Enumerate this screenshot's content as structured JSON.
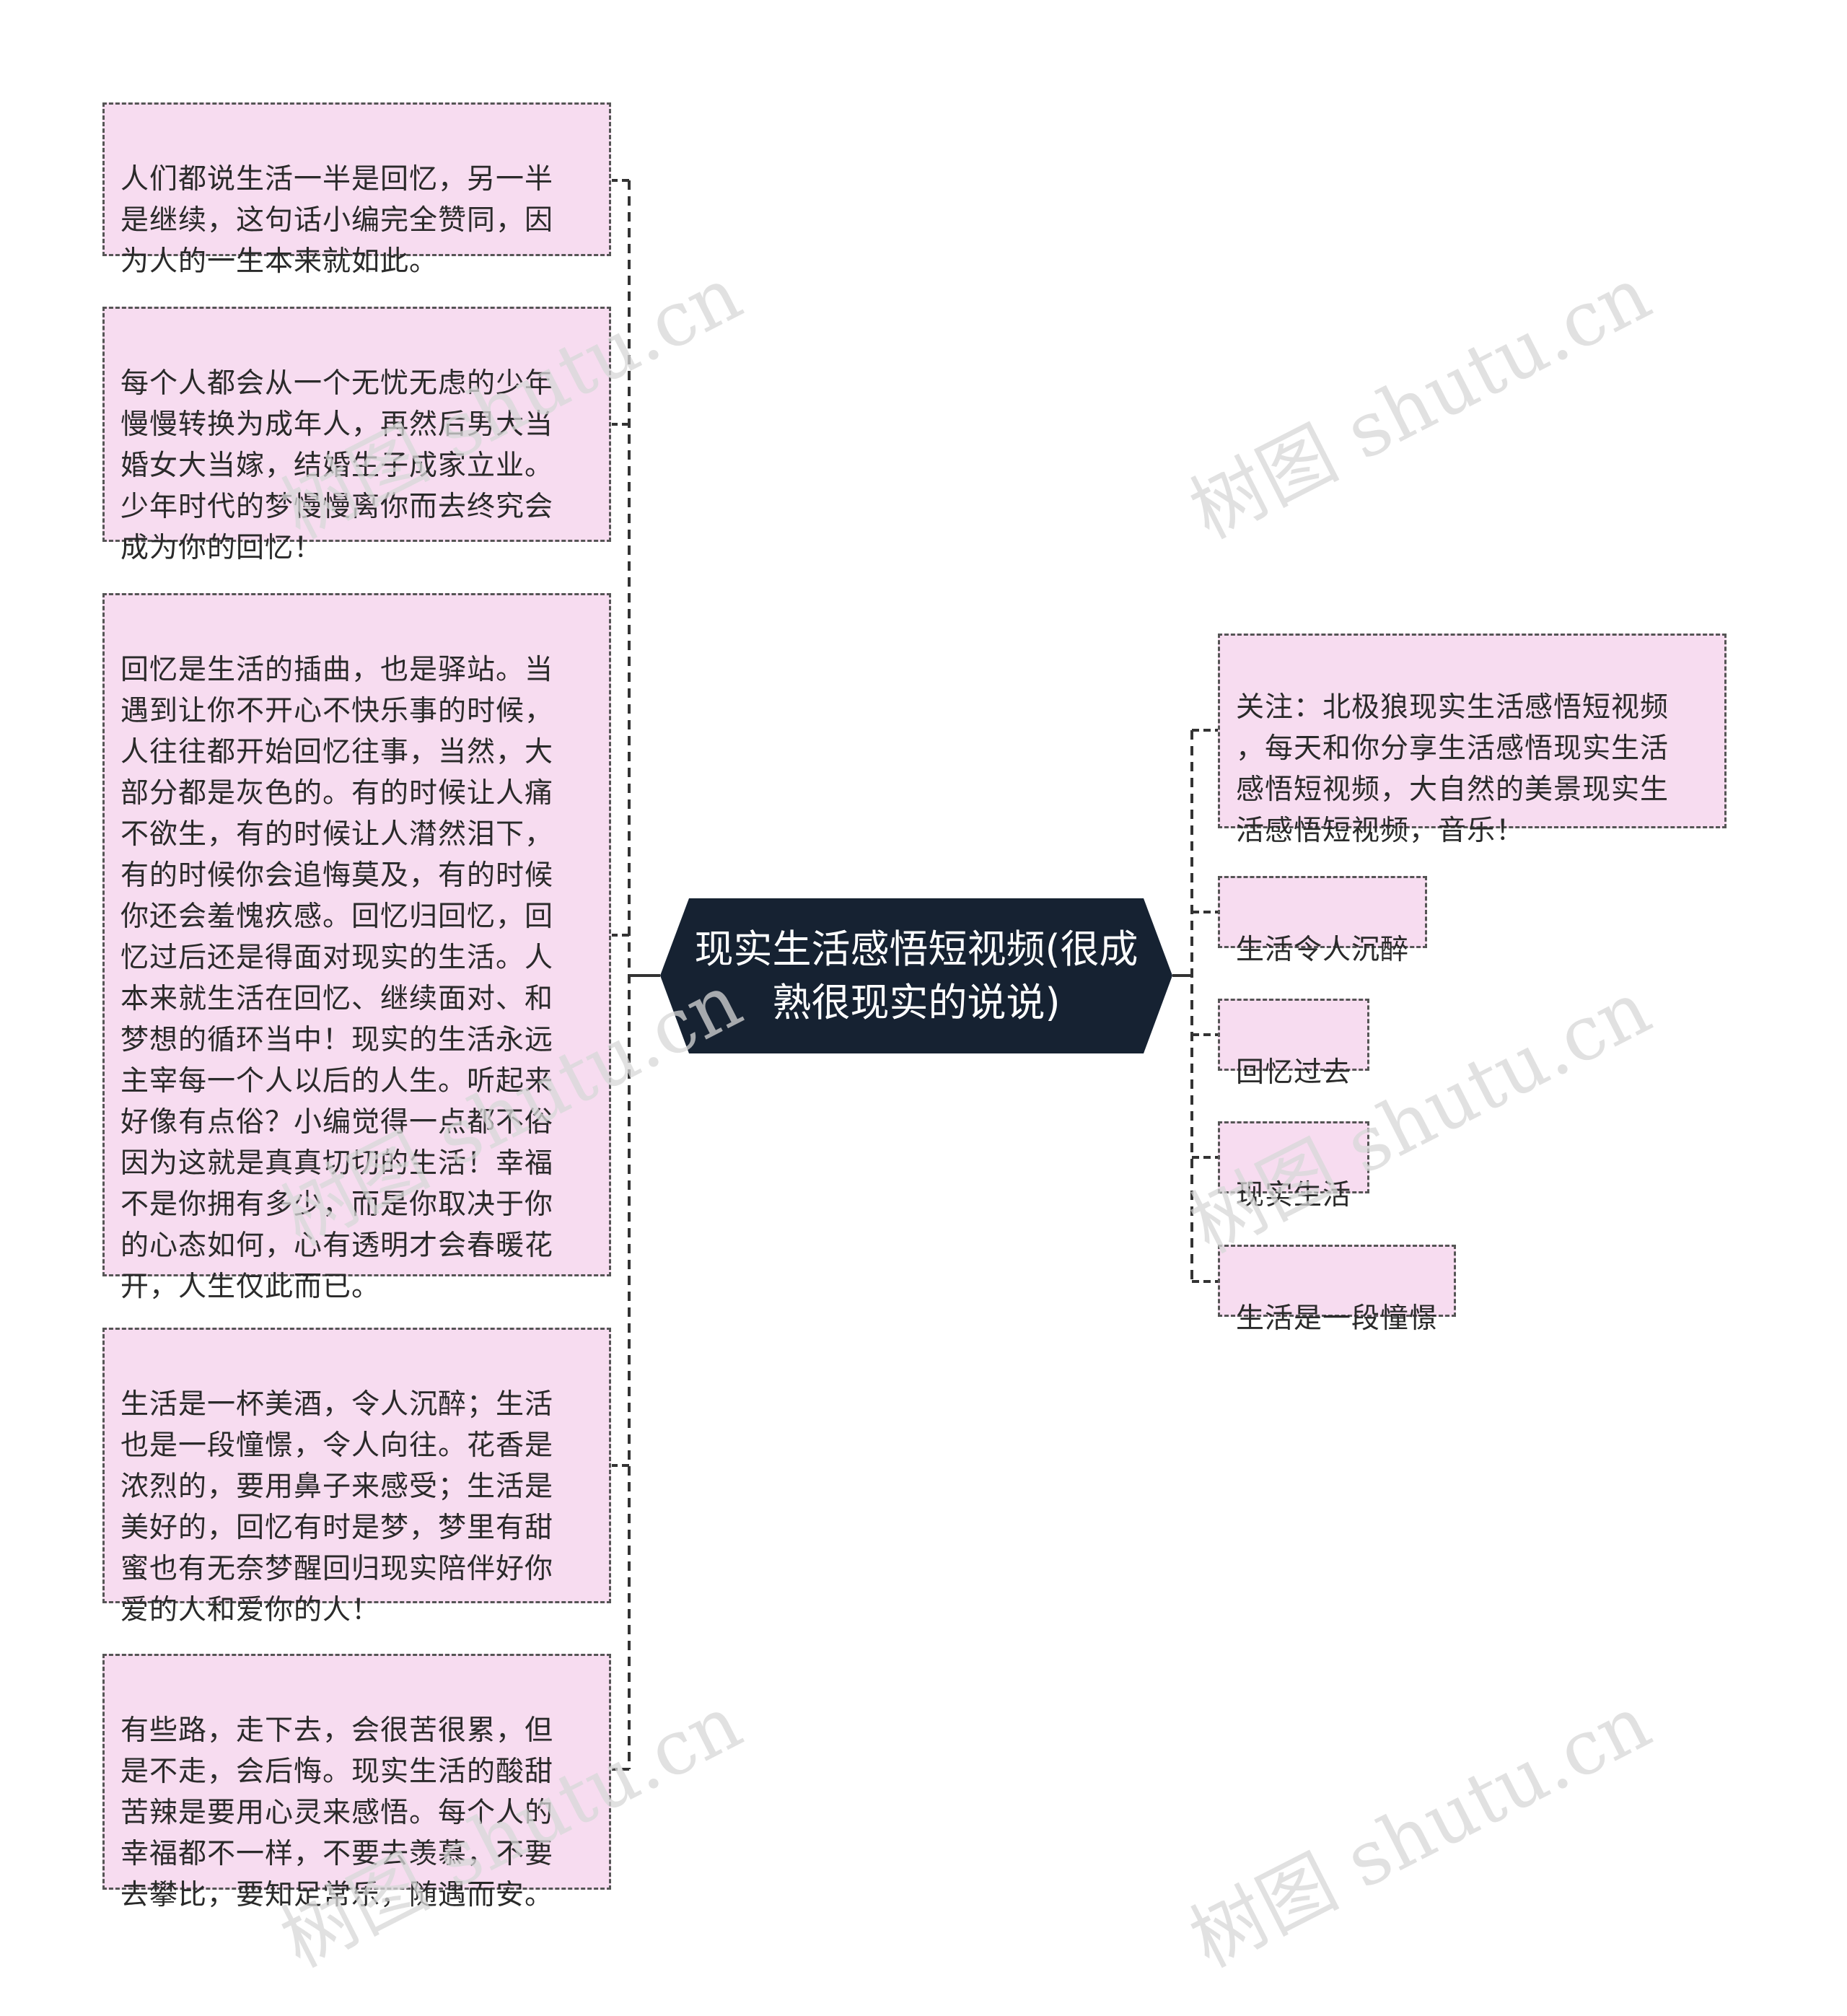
{
  "colors": {
    "root_fill": "#162232",
    "node_fill": "#f7dcf0",
    "node_border": "#555555",
    "connector": "#333333"
  },
  "root": {
    "text": "现实生活感悟短视频(很成\n熟很现实的说说)"
  },
  "left_nodes": [
    {
      "text": "人们都说生活一半是回忆，另一半\n是继续，这句话小编完全赞同，因\n为人的一生本来就如此。"
    },
    {
      "text": "每个人都会从一个无忧无虑的少年\n慢慢转换为成年人，再然后男大当\n婚女大当嫁，结婚生子成家立业。\n少年时代的梦慢慢离你而去终究会\n成为你的回忆！"
    },
    {
      "text": "回忆是生活的插曲，也是驿站。当\n遇到让你不开心不快乐事的时候，\n人往往都开始回忆往事，当然，大\n部分都是灰色的。有的时候让人痛\n不欲生，有的时候让人潸然泪下，\n有的时候你会追悔莫及，有的时候\n你还会羞愧疚感。回忆归回忆，回\n忆过后还是得面对现实的生活。人\n本来就生活在回忆、继续面对、和\n梦想的循环当中！现实的生活永远\n主宰每一个人以后的人生。听起来\n好像有点俗？小编觉得一点都不俗\n因为这就是真真切切的生活！幸福\n不是你拥有多少，而是你取决于你\n的心态如何，心有透明才会春暖花\n开，人生仅此而已。"
    },
    {
      "text": "生活是一杯美酒，令人沉醉；生活\n也是一段憧憬，令人向往。花香是\n浓烈的，要用鼻子来感受；生活是\n美好的，回忆有时是梦，梦里有甜\n蜜也有无奈梦醒回归现实陪伴好你\n爱的人和爱你的人！"
    },
    {
      "text": "有些路，走下去，会很苦很累，但\n是不走，会后悔。现实生活的酸甜\n苦辣是要用心灵来感悟。每个人的\n幸福都不一样，不要去羡慕，不要\n去攀比，要知足常乐，随遇而安。"
    }
  ],
  "right_nodes": [
    {
      "text": "关注：北极狼现实生活感悟短视频\n，每天和你分享生活感悟现实生活\n感悟短视频，大自然的美景现实生\n活感悟短视频，音乐！"
    },
    {
      "text": "生活令人沉醉"
    },
    {
      "text": "回忆过去"
    },
    {
      "text": "现实生活"
    },
    {
      "text": "生活是一段憧憬"
    }
  ],
  "watermark": {
    "text": "树图 shutu.cn"
  }
}
